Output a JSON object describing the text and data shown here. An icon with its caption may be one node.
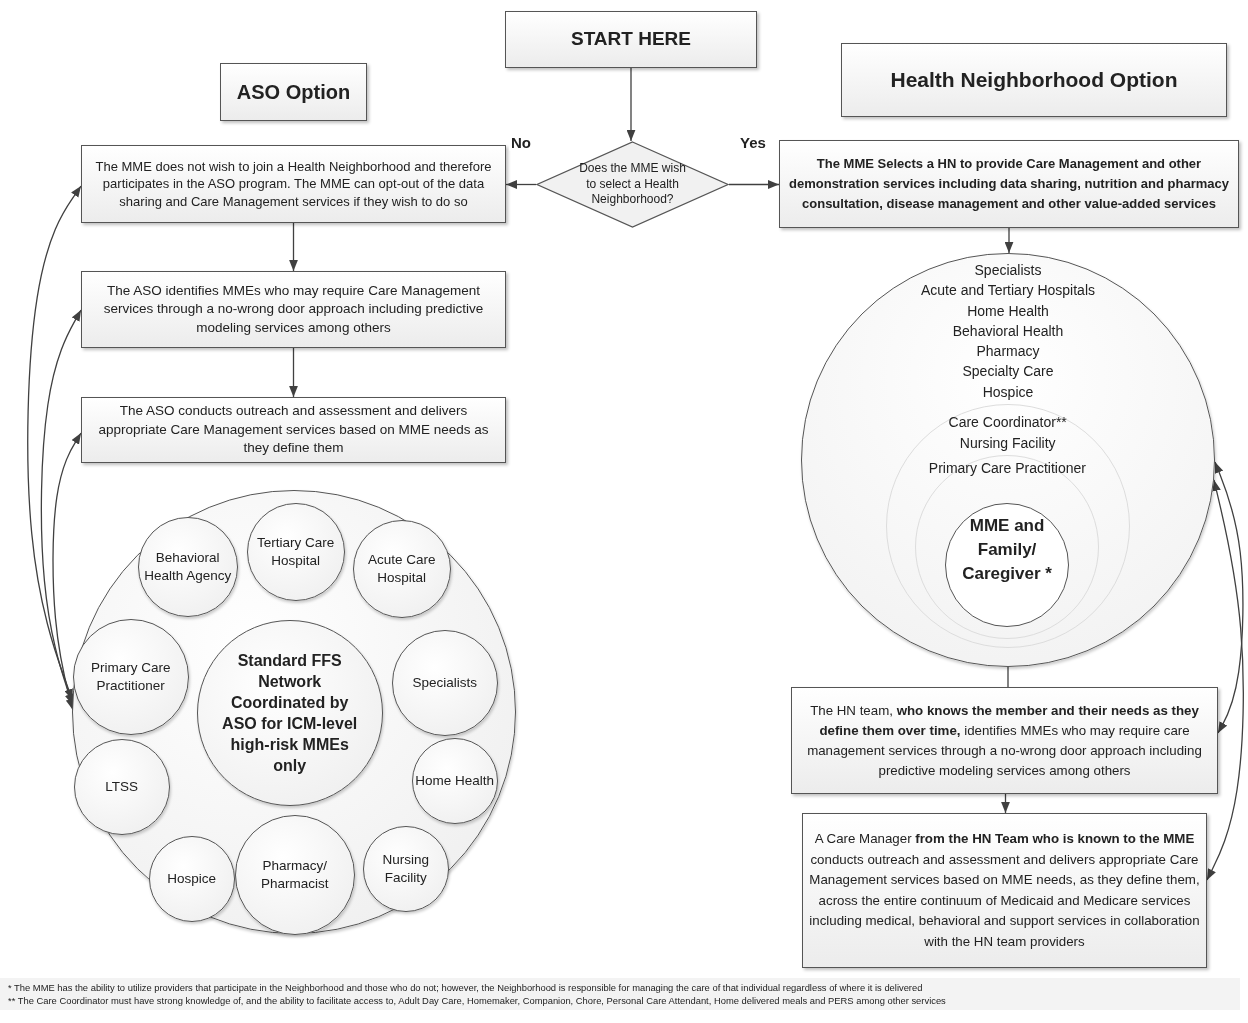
{
  "diagram": {
    "nodes": [
      {
        "text": [
          "START HERE"
        ]
      },
      {
        "text": [
          "ASO Option"
        ]
      },
      {
        "text": [
          "Health Neighborhood Option"
        ]
      },
      {
        "text": [
          "Does the MME wish to select a Health Neighborhood?"
        ]
      },
      {
        "text": [
          "The MME does not wish to join a Health Neighborhood and therefore participates in the ASO program. The MME can opt-out of the data sharing and Care Management services if they wish to do so"
        ]
      },
      {
        "text": [
          "The ASO identifies MMEs who may require Care Management services through a no-wrong door approach including predictive modeling services among others"
        ]
      },
      {
        "text": [
          "The ASO conducts outreach and assessment and delivers appropriate Care Management services based on MME needs as they define them"
        ]
      },
      {
        "text": [],
        "shape": "circle"
      },
      {
        "text": [
          "Behavioral Health Agency"
        ],
        "in": 7
      },
      {
        "text": [
          "Tertiary Care Hospital"
        ],
        "in": 7
      },
      {
        "text": [
          "Acute Care Hospital"
        ],
        "in": 7
      },
      {
        "text": [
          "Primary Care Practitioner"
        ],
        "in": 7
      },
      {
        "text": [
          "Standard FFS Network Coordinated by ASO for ICM-level high-risk MMEs only"
        ],
        "in": 7
      },
      {
        "text": [
          "Specialists"
        ],
        "in": 7
      },
      {
        "text": [
          "LTSS"
        ],
        "in": 7
      },
      {
        "text": [
          "Home Health"
        ],
        "in": 7
      },
      {
        "text": [
          "Hospice"
        ],
        "in": 7
      },
      {
        "text": [
          "Pharmacy/ Pharmacist"
        ],
        "in": 7
      },
      {
        "text": [
          "Nursing Facility"
        ],
        "in": 7
      },
      {
        "text": [
          "The MME Selects a HN to provide Care Management and other demonstration services including data sharing, nutrition and pharmacy consultation, disease management and other value-added services"
        ]
      },
      {
        "text": [
          "Specialists",
          "Acute and Tertiary Hospitals",
          "Home Health",
          "Behavioral Health",
          "Pharmacy",
          "Specialty Care",
          "Hospice"
        ]
      },
      {
        "text": [
          "Care Coordinator**",
          "Nursing Facility"
        ],
        "in": 20
      },
      {
        "text": [
          "Primary Care Practitioner"
        ],
        "in": 21
      },
      {
        "text": [
          "MME and Family/ Caregiver *"
        ],
        "in": 22
      },
      {
        "text": [
          "The HN team, **who knows the member and their needs as they define them over time,** identifies MMEs who may require care management services through a no-wrong door approach including predictive modeling services among others"
        ]
      },
      {
        "text": [
          "A Care Manager **from the HN Team who is known to the MME** conducts outreach and assessment and delivers appropriate Care Management services based on MME needs, as they define them, across the entire continuum of Medicaid and Medicare services including medical, behavioral and support services in collaboration with the HN team providers"
        ]
      }
    ],
    "edges": [
      {
        "from": 0,
        "to": 3,
        "arrow": "to"
      },
      {
        "from": 3,
        "to": 4,
        "arrow": "to",
        "label": "No"
      },
      {
        "from": 3,
        "to": 19,
        "arrow": "to",
        "label": "Yes"
      },
      {
        "from": 4,
        "to": 5,
        "arrow": "to"
      },
      {
        "from": 5,
        "to": 6,
        "arrow": "to"
      },
      {
        "from": 7,
        "to": 4,
        "arrow": "both"
      },
      {
        "from": 7,
        "to": 5,
        "arrow": "both"
      },
      {
        "from": 7,
        "to": 6,
        "arrow": "both"
      },
      {
        "from": 19,
        "to": 20,
        "arrow": "to"
      },
      {
        "from": 20,
        "to": 24,
        "arrow": "none"
      },
      {
        "from": 24,
        "to": 25,
        "arrow": "to"
      },
      {
        "from": 20,
        "to": 24,
        "arrow": "both"
      },
      {
        "from": 20,
        "to": 25,
        "arrow": "both"
      }
    ],
    "labels": [
      "* The MME has the ability to utilize providers that participate in the Neighborhood and those who do not; however, the Neighborhood is responsible for managing the care of that individual regardless of where it is delivered",
      "** The Care Coordinator must have strong knowledge of, and the ability to facilitate access to, Adult Day Care, Homemaker, Companion, Chore, Personal Care Attendant, Home delivered meals and PERS among other services"
    ]
  }
}
